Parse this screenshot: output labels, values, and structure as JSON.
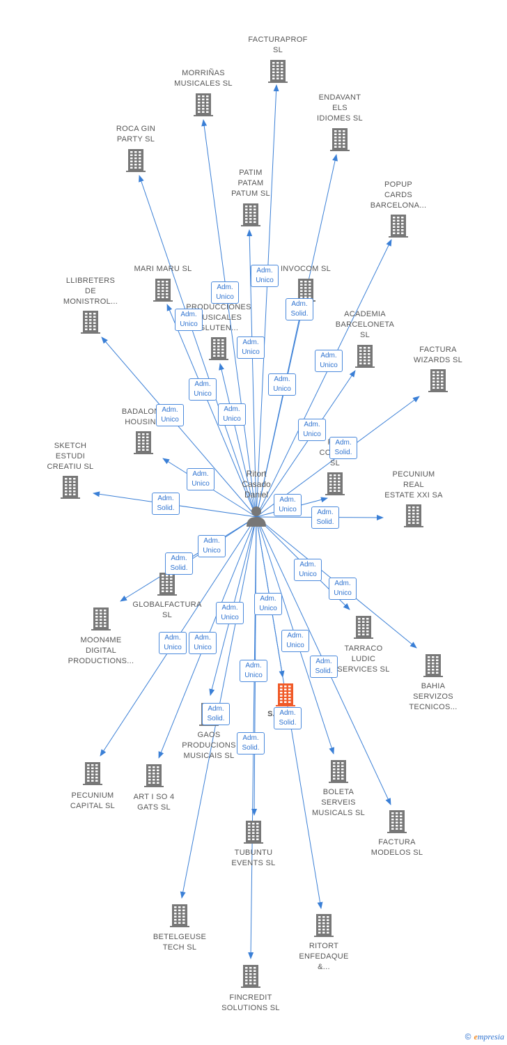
{
  "center": {
    "name": "Ritort\nCasado\nDaniel",
    "icon": "person-icon"
  },
  "colors": {
    "edge": "#3a7fd6",
    "node": "#777777",
    "highlight": "#f05a28",
    "badge_text": "#2f73d0"
  },
  "companies": [
    {
      "id": "facturaprof",
      "label": "FACTURAPROF\nSL"
    },
    {
      "id": "morrinas",
      "label": "MORRIÑAS\nMUSICALES SL"
    },
    {
      "id": "endavant",
      "label": "ENDAVANT\nELS\nIDIOMES SL"
    },
    {
      "id": "rocagin",
      "label": "ROCA GIN\nPARTY SL"
    },
    {
      "id": "patim",
      "label": "PATIM\nPATAM\nPATUM SL"
    },
    {
      "id": "popup",
      "label": "POPUP\nCARDS\nBARCELONA..."
    },
    {
      "id": "marimaru",
      "label": "MARI MARU SL"
    },
    {
      "id": "invocom",
      "label": "INVOCOM SL"
    },
    {
      "id": "llibreters",
      "label": "LLIBRETERS\nDE\nMONISTROL..."
    },
    {
      "id": "produccions",
      "label": "PRODUCCIONES\nMUSICALES\nGLUTEN..."
    },
    {
      "id": "academia",
      "label": "ACADEMIA\nBARCELONETA\nSL"
    },
    {
      "id": "facturawizards",
      "label": "FACTURA\nWIZARDS SL"
    },
    {
      "id": "badalona",
      "label": "BADALONA\nHOUSING"
    },
    {
      "id": "sketch",
      "label": "SKETCH\nESTUDI\nCREATIU SL"
    },
    {
      "id": "comu",
      "label": "PI...\nCOMU...\nSL"
    },
    {
      "id": "pecuniumreal",
      "label": "PECUNIUM\nREAL\nESTATE XXI SA"
    },
    {
      "id": "globalfactura",
      "label": "GLOBALFACTURA\nSL"
    },
    {
      "id": "moon4me",
      "label": "MOON4ME\nDIGITAL\nPRODUCTIONS..."
    },
    {
      "id": "tarraco",
      "label": "TARRACO\nLUDIC\nSERVICES SL"
    },
    {
      "id": "bahia",
      "label": "BAHIA\nSERVIZOS\nTECNICOS..."
    },
    {
      "id": "santun",
      "label": "SANTUN"
    },
    {
      "id": "gaos",
      "label": "GAOS\nPRODUCIONS\nMUSICAIS SL"
    },
    {
      "id": "pecuniumcap",
      "label": "PECUNIUM\nCAPITAL SL"
    },
    {
      "id": "artiso",
      "label": "ART I SO 4\nGATS SL"
    },
    {
      "id": "boleta",
      "label": "BOLETA\nSERVEIS\nMUSICALS SL"
    },
    {
      "id": "facturamodelos",
      "label": "FACTURA\nMODELOS SL"
    },
    {
      "id": "tubuntu",
      "label": "TUBUNTU\nEVENTS SL"
    },
    {
      "id": "betelgeuse",
      "label": "BETELGEUSE\nTECH SL"
    },
    {
      "id": "ritort",
      "label": "RITORT\nENFEDAQUE\n&..."
    },
    {
      "id": "fincredit",
      "label": "FINCREDIT\nSOLUTIONS SL"
    }
  ],
  "badges": [
    {
      "text": "Adm.\nUnico"
    },
    {
      "text": "Adm.\nUnico"
    },
    {
      "text": "Adm.\nSolid."
    },
    {
      "text": "Adm.\nUnico"
    },
    {
      "text": "Adm.\nUnico"
    },
    {
      "text": "Adm.\nUnico"
    },
    {
      "text": "Adm.\nUnico"
    },
    {
      "text": "Adm.\nUnico"
    },
    {
      "text": "Adm.\nUnico"
    },
    {
      "text": "Adm.\nUnico"
    },
    {
      "text": "Adm.\nUnico"
    },
    {
      "text": "Adm.\nSolid."
    },
    {
      "text": "Adm.\nUnico"
    },
    {
      "text": "Adm.\nSolid."
    },
    {
      "text": "Adm.\nUnico"
    },
    {
      "text": "Adm.\nSolid."
    },
    {
      "text": "Adm.\nUnico"
    },
    {
      "text": "Adm.\nSolid."
    },
    {
      "text": "Adm.\nUnico"
    },
    {
      "text": "Adm.\nUnico"
    },
    {
      "text": "Adm.\nUnico"
    },
    {
      "text": "Adm.\nUnico"
    },
    {
      "text": "Adm.\nUnico"
    },
    {
      "text": "Adm.\nUnico"
    },
    {
      "text": "Adm.\nUnico"
    },
    {
      "text": "Adm.\nUnico"
    },
    {
      "text": "Adm.\nSolid."
    },
    {
      "text": "Adm.\nSolid."
    },
    {
      "text": "Adm.\nSolid."
    },
    {
      "text": "Adm.\nSolid."
    }
  ],
  "footer": {
    "copyright": "©",
    "brand_e": "e",
    "brand_rest": "mpresia"
  }
}
